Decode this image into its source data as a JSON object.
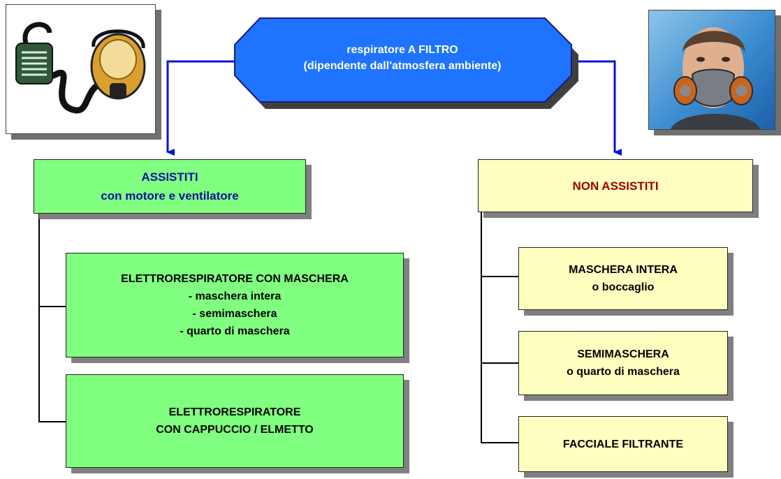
{
  "colors": {
    "top_fill": "#1e73ff",
    "top_border": "#1a1a80",
    "arrow": "#0a10e0",
    "assisted_fill": "#80ff80",
    "non_assisted_fill": "#ffffc0",
    "assisted_title": "#1010a0",
    "non_assisted_title": "#990000",
    "shadow": "#808080"
  },
  "top": {
    "line1": "respiratore A FILTRO",
    "line2": "(dipendente dall'atmosfera ambiente)"
  },
  "assisted": {
    "title": "ASSISTITI",
    "subtitle": "con motore e ventilatore",
    "items": [
      {
        "lines": [
          "ELETTRORESPIRATORE CON MASCHERA",
          "- maschera intera",
          "- semimaschera",
          "- quarto di maschera"
        ]
      },
      {
        "lines": [
          "ELETTRORESPIRATORE",
          "CON CAPPUCCIO / ELMETTO"
        ]
      }
    ]
  },
  "non_assisted": {
    "title": "NON ASSISTITI",
    "items": [
      {
        "lines": [
          "MASCHERA INTERA",
          "o boccaglio"
        ]
      },
      {
        "lines": [
          "SEMIMASCHERA",
          "o quarto di maschera"
        ]
      },
      {
        "lines": [
          "FACCIALE FILTRANTE"
        ]
      }
    ]
  },
  "images": {
    "left": "powered-respirator-hood-photo",
    "right": "man-wearing-half-mask-photo"
  }
}
